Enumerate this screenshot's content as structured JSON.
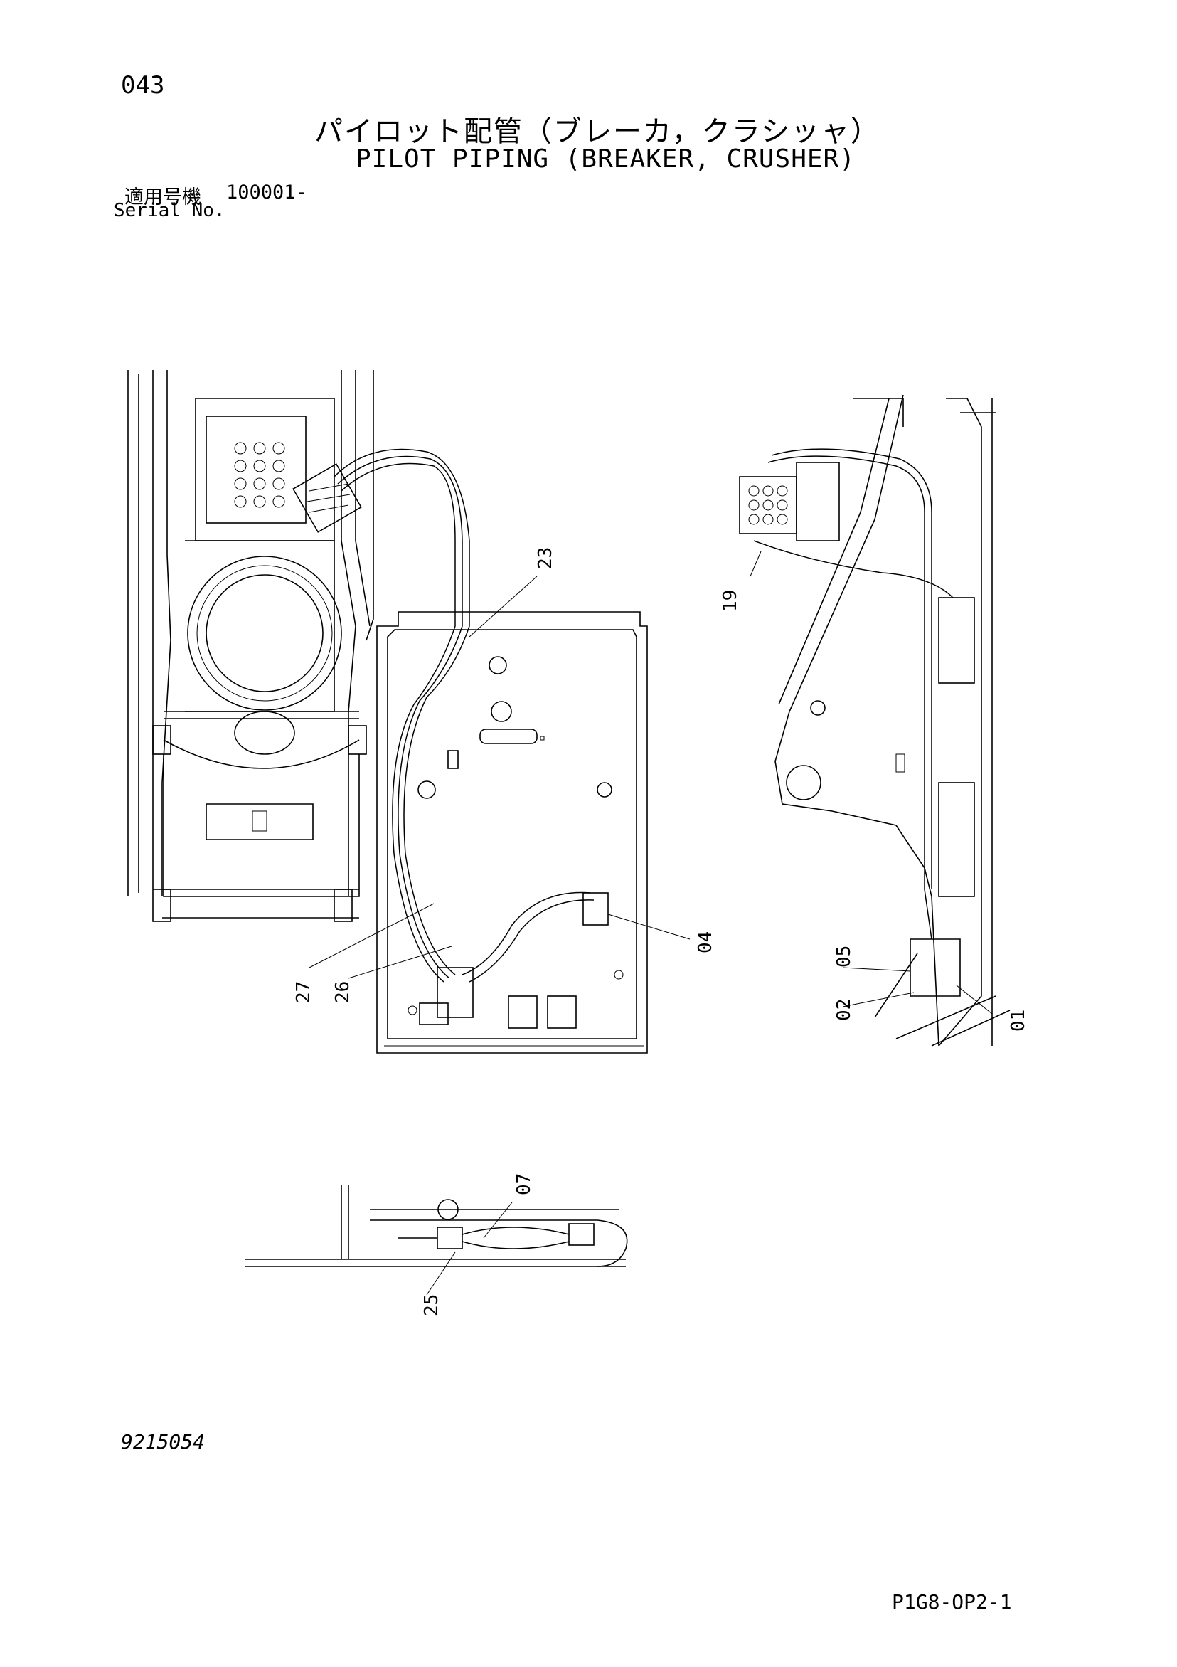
{
  "header": {
    "page_number": "043",
    "title_jp": "パイロット配管（ブレーカ，クラシッャ）",
    "title_en": "PILOT PIPING (BREAKER, CRUSHER)",
    "serial_label_jp": "適用号機",
    "serial_range": "100001-",
    "serial_label_en": "Serial No."
  },
  "footer": {
    "drawing_number": "9215054",
    "page_code": "P1G8-OP2-1"
  },
  "callouts": {
    "c23": "23",
    "c19": "19",
    "c04": "04",
    "c27": "27",
    "c26": "26",
    "c05": "05",
    "c02": "02",
    "c01": "01",
    "c07": "07",
    "c25": "25"
  }
}
